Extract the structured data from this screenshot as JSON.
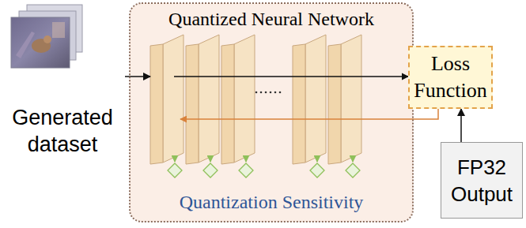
{
  "diagram": {
    "nodes": [
      {
        "text": [
          "Generated dataset"
        ]
      },
      {
        "text": [
          "Quantized Neural Network",
          "Quantization Sensitivity"
        ]
      },
      {
        "text": [
          "Loss Function"
        ]
      },
      {
        "text": [
          "FP32 Output"
        ]
      }
    ],
    "edges": [
      {
        "from": 0,
        "to": 1,
        "arrow": "to"
      },
      {
        "from": 1,
        "to": 2,
        "arrow": "to"
      },
      {
        "from": 3,
        "to": 2,
        "arrow": "to"
      },
      {
        "from": 2,
        "to": 1,
        "arrow": "to"
      }
    ]
  }
}
